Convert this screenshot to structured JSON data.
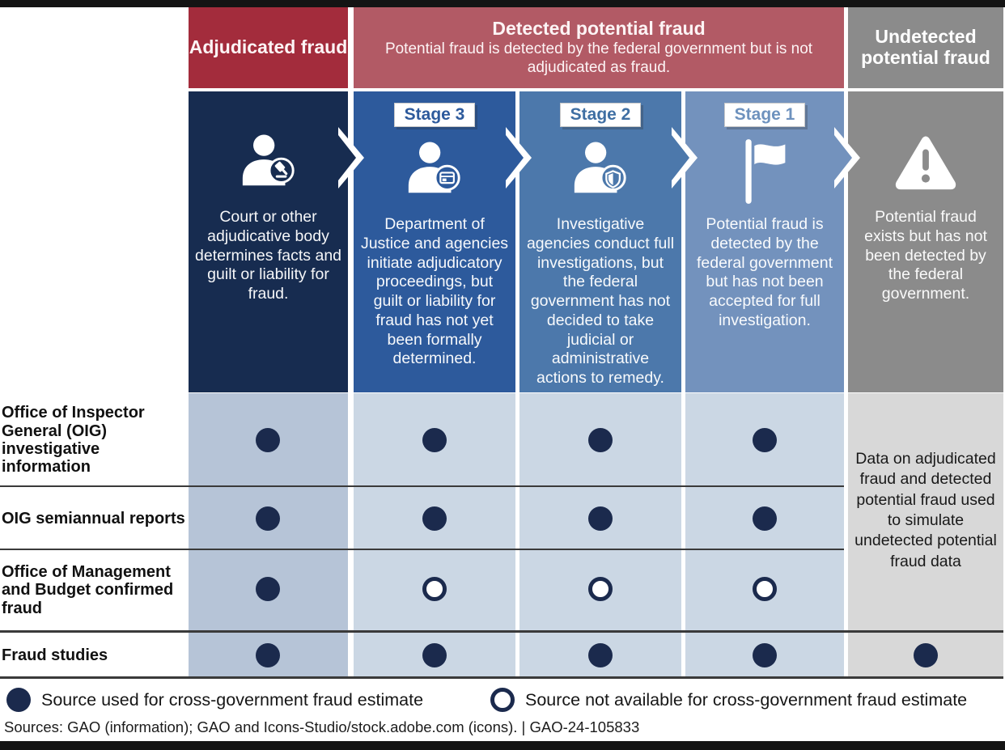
{
  "header": {
    "adjudicated": {
      "title": "Adjudicated fraud"
    },
    "detected": {
      "title": "Detected potential fraud",
      "subtitle": "Potential fraud is detected by the federal government but is not adjudicated as fraud."
    },
    "undetected": {
      "title": "Undetected potential fraud"
    }
  },
  "stages": [
    {
      "name": "adjudicated",
      "icon": "person-gavel-icon",
      "description": "Court or other adjudicative body determines facts and guilt or liability for fraud."
    },
    {
      "name": "stage-3",
      "label": "Stage 3",
      "icon": "person-card-icon",
      "description": "Department of Justice and agencies initiate adjudicatory proceedings, but guilt or liability for fraud has not yet been formally determined."
    },
    {
      "name": "stage-2",
      "label": "Stage 2",
      "icon": "person-shield-icon",
      "description": "Investigative agencies conduct full investigations, but the federal government has not decided to take judicial or administrative actions to remedy."
    },
    {
      "name": "stage-1",
      "label": "Stage 1",
      "icon": "flag-icon",
      "description": "Potential fraud is detected by the federal government but has not been accepted for full investigation."
    },
    {
      "name": "undetected",
      "icon": "warning-icon",
      "description": "Potential fraud exists but has not been detected by the federal government."
    }
  ],
  "rows": [
    {
      "label": "Office of Inspector General (OIG) investigative information",
      "dots": [
        "filled",
        "filled",
        "filled",
        "filled"
      ]
    },
    {
      "label": "OIG semiannual reports",
      "dots": [
        "filled",
        "filled",
        "filled",
        "filled"
      ]
    },
    {
      "label": "Office of Management and Budget confirmed fraud",
      "dots": [
        "filled",
        "open",
        "open",
        "open"
      ]
    },
    {
      "label": "Fraud studies",
      "dots": [
        "filled",
        "filled",
        "filled",
        "filled"
      ],
      "undetected": "filled"
    }
  ],
  "undetected_note": "Data on adjudicated fraud and detected potential fraud used to simulate undetected potential fraud data",
  "legend": {
    "used": "Source used for cross-government fraud estimate",
    "not_available": "Source not available for cross-government fraud estimate"
  },
  "footer": {
    "sources": "Sources: GAO (information); GAO and Icons-Studio/stock.adobe.com (icons).  |  GAO-24-105833"
  },
  "colors": {
    "adjudicated_header": "#A32C3C",
    "detected_header": "#B25A65",
    "undetected_header": "#8B8B8B",
    "adjudicated_stage": "#172C50",
    "stage3_blue": "#2D5A9C",
    "stage2_blue": "#4C78AB",
    "stage1_blue": "#7392BD",
    "adjudicated_body": "#B6C4D7",
    "detected_body": "#CBD7E4",
    "undetected_body": "#D8D8D8",
    "dot_navy": "#1B2A4D"
  }
}
